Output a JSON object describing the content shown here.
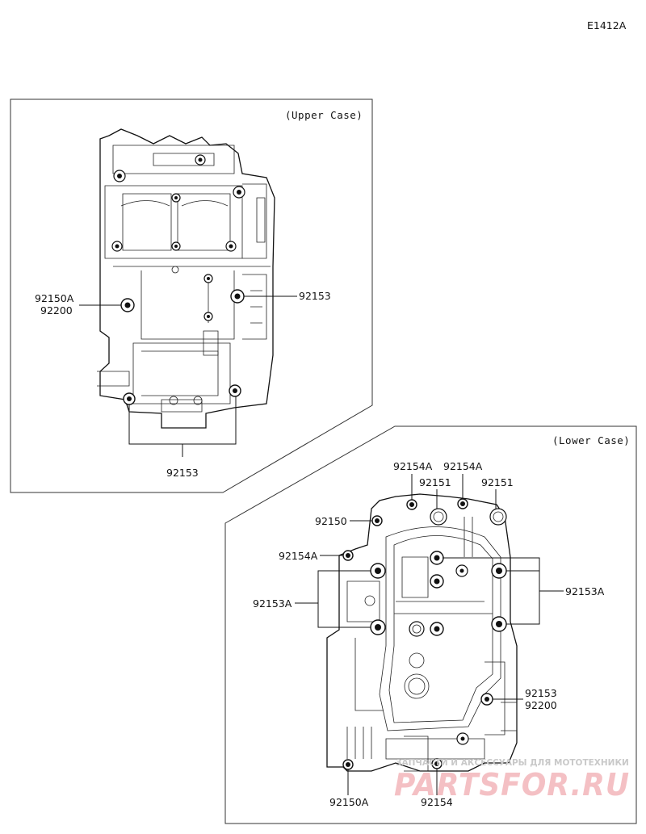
{
  "diagram": {
    "code": "E1412A",
    "upper_case": {
      "title": "(Upper Case)",
      "labels": {
        "l_92150A": "92150A",
        "l_92200": "92200",
        "l_92153_right": "92153",
        "l_92153_bottom": "92153"
      }
    },
    "lower_case": {
      "title": "(Lower Case)",
      "labels": {
        "l_92154A_1": "92154A",
        "l_92154A_2": "92154A",
        "l_92151_1": "92151",
        "l_92151_2": "92151",
        "l_92150": "92150",
        "l_92154A_left": "92154A",
        "l_92153A_left": "92153A",
        "l_92153A_right": "92153A",
        "l_92153": "92153",
        "l_92200": "92200",
        "l_92150A": "92150A",
        "l_92154": "92154"
      }
    },
    "watermark": {
      "caption": "ЗАПЧАСТИ И АКСЕССУАРЫ ДЛЯ МОТОТЕХНИКИ",
      "logo": "PARTSFOR.RU"
    },
    "colors": {
      "ink": "#111111",
      "watermark": "#d9303a"
    }
  }
}
